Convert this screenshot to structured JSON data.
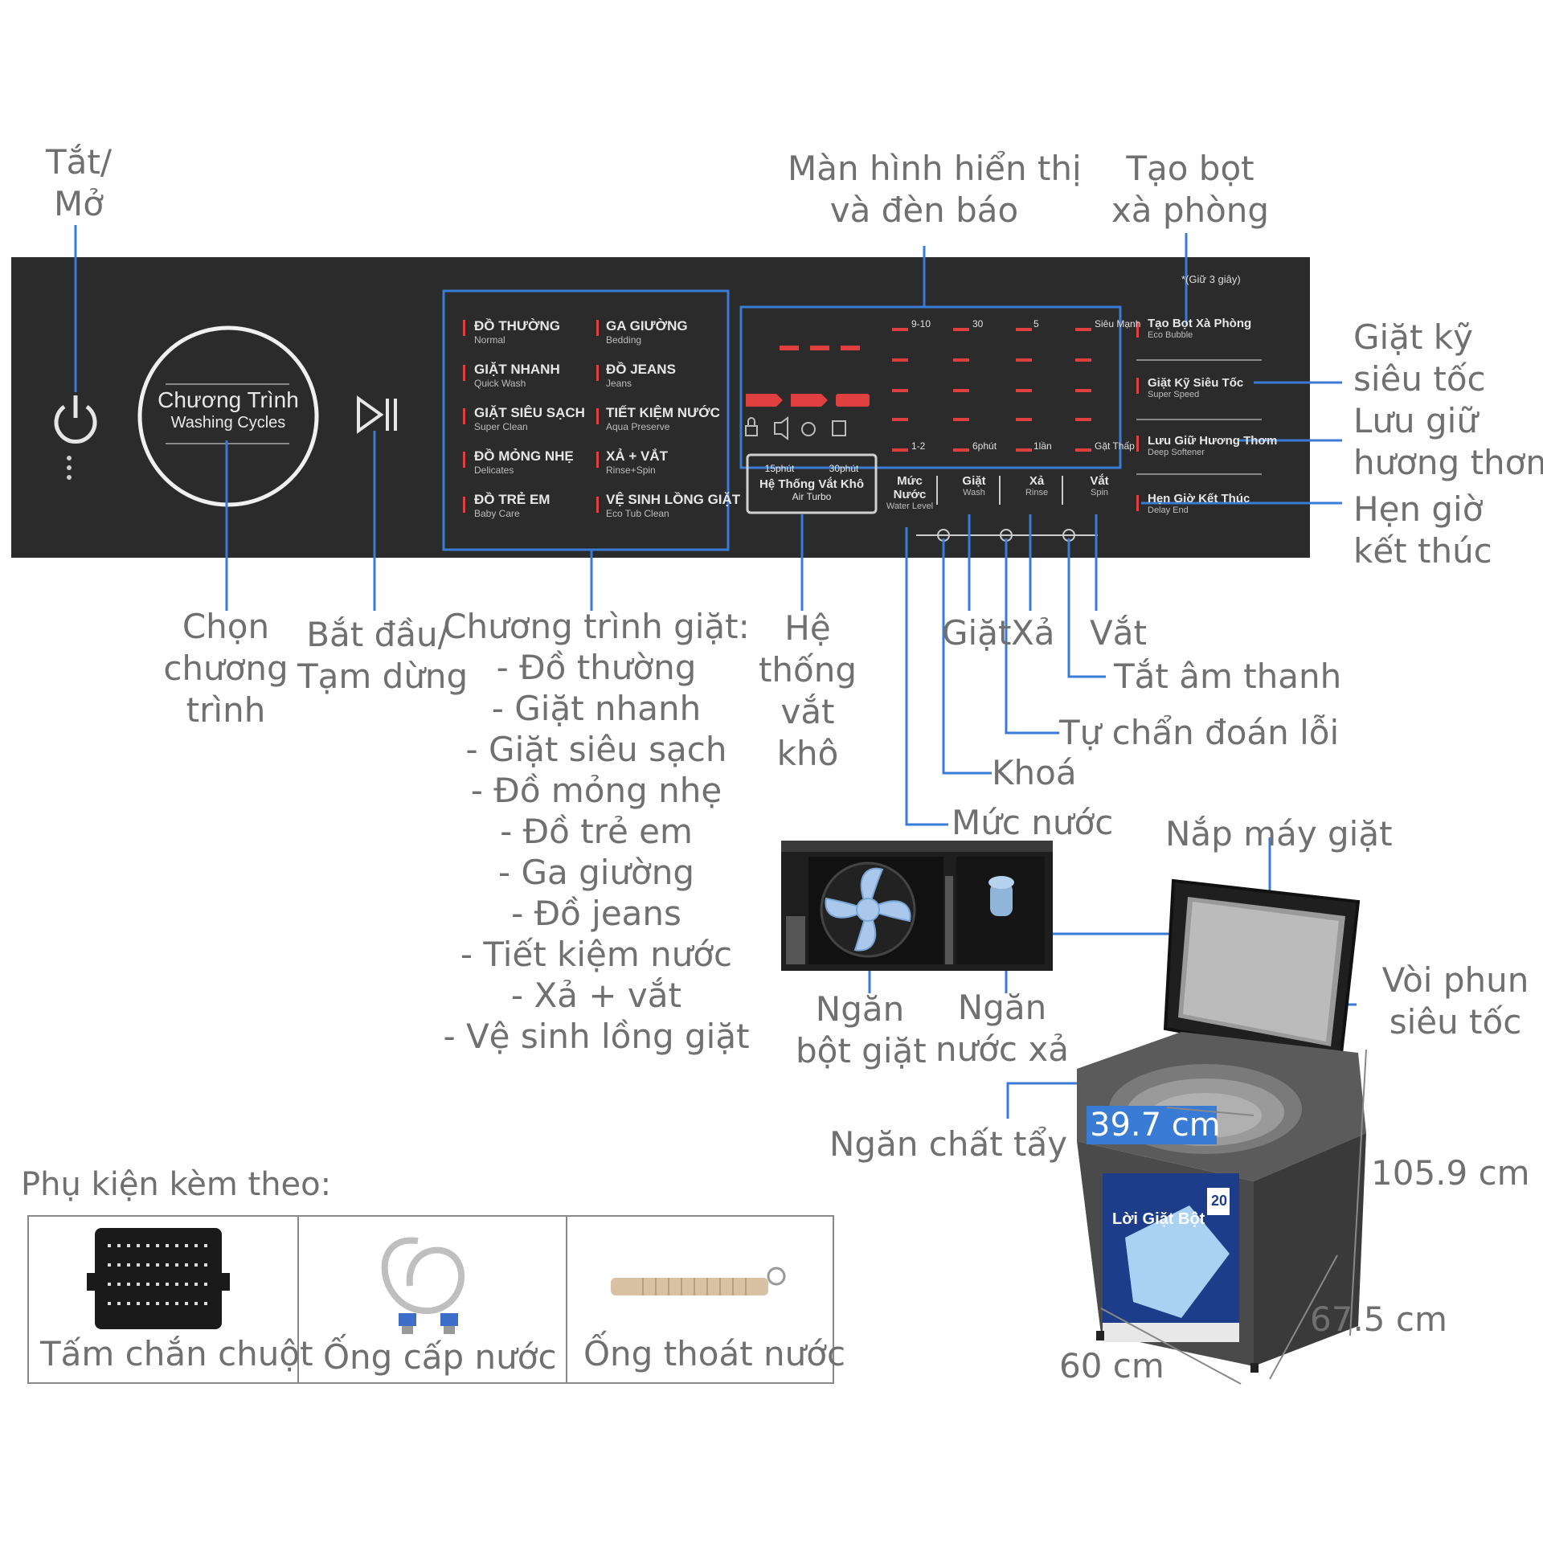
{
  "callouts": {
    "power": [
      "Tắt/",
      "Mở"
    ],
    "display": [
      "Màn hình hiển thị",
      "và đèn báo"
    ],
    "bubble": [
      "Tạo bọt",
      "xà phòng"
    ],
    "super_speed": [
      "Giặt kỹ",
      "siêu tốc"
    ],
    "softener": [
      "Lưu giữ",
      "hương thơm"
    ],
    "delay": [
      "Hẹn giờ",
      "kết thúc"
    ],
    "select_program": [
      "Chọn",
      "chương",
      "trình"
    ],
    "start_pause": [
      "Bắt đầu/",
      "Tạm dừng"
    ],
    "air_dry": [
      "Hệ",
      "thống",
      "vắt",
      "khô"
    ],
    "wash": "Giặt",
    "rinse": "Xả",
    "spin": "Vắt",
    "mute": "Tắt âm thanh",
    "diagnose": "Tự chẩn đoán lỗi",
    "lock": "Khoá",
    "water_level": "Mức nước",
    "lid": "Nắp máy giặt",
    "nozzle": [
      "Vòi phun",
      "siêu tốc"
    ],
    "detergent": [
      "Ngăn",
      "bột giặt"
    ],
    "softener_tray": [
      "Ngăn",
      "nước xả"
    ],
    "bleach": "Ngăn chất tẩy"
  },
  "programs": {
    "title": "Chương trình giặt:",
    "items": [
      "- Đồ thường",
      "- Giặt nhanh",
      "- Giặt siêu sạch",
      "- Đồ mỏng nhẹ",
      "- Đồ trẻ em",
      "- Ga giường",
      "- Đồ jeans",
      "- Tiết kiệm nước",
      "- Xả + vắt",
      "- Vệ sinh lồng giặt"
    ]
  },
  "panel": {
    "dial_title": "Chương Trình",
    "dial_sub": "Washing Cycles",
    "col1": [
      {
        "vi": "ĐỒ THƯỜNG",
        "en": "Normal"
      },
      {
        "vi": "GIẶT NHANH",
        "en": "Quick Wash"
      },
      {
        "vi": "GIẶT SIÊU SẠCH",
        "en": "Super Clean"
      },
      {
        "vi": "ĐỒ MỎNG NHẸ",
        "en": "Delicates"
      },
      {
        "vi": "ĐỒ TRẺ EM",
        "en": "Baby Care"
      }
    ],
    "col2": [
      {
        "vi": "GA GIƯỜNG",
        "en": "Bedding"
      },
      {
        "vi": "ĐỒ JEANS",
        "en": "Jeans"
      },
      {
        "vi": "TIẾT KIỆM NƯỚC",
        "en": "Aqua Preserve"
      },
      {
        "vi": "XẢ + VẮT",
        "en": "Rinse+Spin"
      },
      {
        "vi": "VỆ SINH LỒNG GIẶT",
        "en": "Eco Tub Clean"
      }
    ],
    "levels_top": [
      "9-10",
      "30",
      "5",
      "Siêu Mạnh"
    ],
    "levels_bottom": [
      "1-2",
      "6phút",
      "1lần",
      "Gặt Thấp"
    ],
    "air_top": [
      "15phút",
      "30phút"
    ],
    "air_title": "Hệ Thống Vắt Khô",
    "air_en": "Air Turbo",
    "bottom_buttons": [
      {
        "vi": "Mức Nước",
        "en": "Water Level"
      },
      {
        "vi": "Giặt",
        "en": "Wash"
      },
      {
        "vi": "Xả",
        "en": "Rinse"
      },
      {
        "vi": "Vắt",
        "en": "Spin"
      }
    ],
    "hold_note": "*(Giữ 3 giây)",
    "right_buttons": [
      {
        "vi": "Tạo Bọt Xà Phòng",
        "en": "Eco Bubble"
      },
      {
        "vi": "Giặt Kỹ Siêu Tốc",
        "en": "Super Speed"
      },
      {
        "vi": "Lưu Giữ Hương Thơm",
        "en": "Deep Softener"
      },
      {
        "vi": "Hẹn Giờ Kết Thúc",
        "en": "Delay End"
      }
    ]
  },
  "dimensions": {
    "inner": "39.7 cm",
    "height": "105.9 cm",
    "depth": "67.5 cm",
    "width": "60 cm"
  },
  "accessories": {
    "title": "Phụ kiện kèm theo:",
    "items": [
      "Tấm chắn chuột",
      "Ống cấp nước",
      "Ống thoát nước"
    ]
  },
  "machine": {
    "badge": "20",
    "label": "Lời Giặt Bột"
  },
  "colors": {
    "panel": "#2a2a2a",
    "callout_line": "#3a7bd5",
    "indicator_red": "#e04040"
  }
}
